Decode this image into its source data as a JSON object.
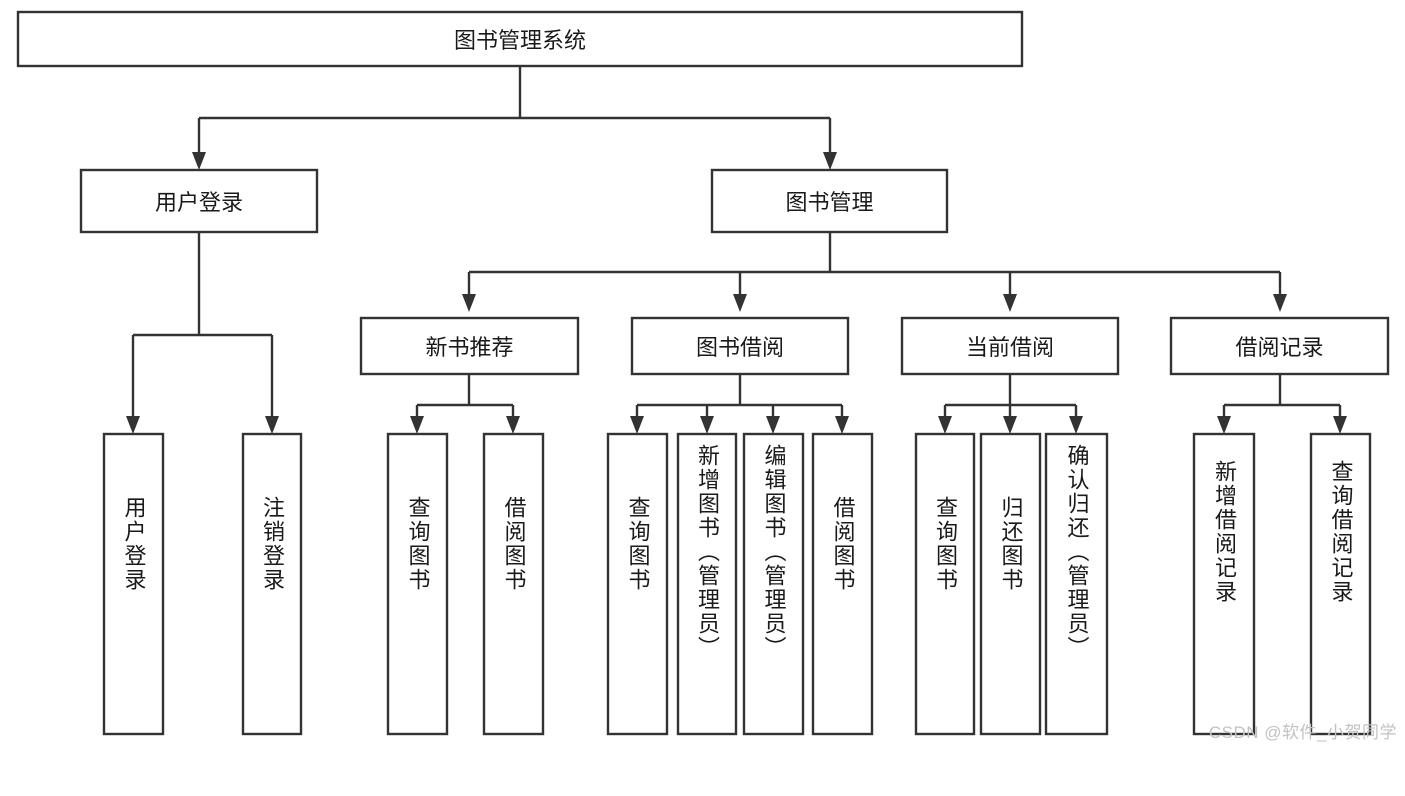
{
  "diagram": {
    "type": "hierarchy-tree",
    "title": "图书管理系统",
    "watermark": "CSDN @软件_小贺同学",
    "colors": {
      "stroke": "#333333",
      "box_fill": "#ffffff",
      "text": "#1a1a1a",
      "watermark": "#c2c2c2",
      "background": "#ffffff"
    },
    "levels": {
      "level1": [
        {
          "id": "root",
          "label": "图书管理系统",
          "orientation": "horizontal"
        }
      ],
      "level2": [
        {
          "id": "user-login",
          "label": "用户登录",
          "orientation": "horizontal",
          "parent": "root"
        },
        {
          "id": "book-management",
          "label": "图书管理",
          "orientation": "horizontal",
          "parent": "root"
        }
      ],
      "level3": [
        {
          "id": "new-book-recommend",
          "label": "新书推荐",
          "orientation": "horizontal",
          "parent": "book-management"
        },
        {
          "id": "book-borrow",
          "label": "图书借阅",
          "orientation": "horizontal",
          "parent": "book-management"
        },
        {
          "id": "current-borrow",
          "label": "当前借阅",
          "orientation": "horizontal",
          "parent": "book-management"
        },
        {
          "id": "borrow-record",
          "label": "借阅记录",
          "orientation": "horizontal",
          "parent": "book-management"
        }
      ],
      "level4": [
        {
          "id": "leaf-user-login",
          "label": "用户登录",
          "orientation": "vertical",
          "parent": "user-login"
        },
        {
          "id": "leaf-logout",
          "label": "注销登录",
          "orientation": "vertical",
          "parent": "user-login"
        },
        {
          "id": "leaf-query-book-1",
          "label": "查询图书",
          "orientation": "vertical",
          "parent": "new-book-recommend"
        },
        {
          "id": "leaf-borrow-book-1",
          "label": "借阅图书",
          "orientation": "vertical",
          "parent": "new-book-recommend"
        },
        {
          "id": "leaf-query-book-2",
          "label": "查询图书",
          "orientation": "vertical",
          "parent": "book-borrow"
        },
        {
          "id": "leaf-add-book",
          "label": "新增图书（管理员）",
          "orientation": "vertical",
          "parent": "book-borrow"
        },
        {
          "id": "leaf-edit-book",
          "label": "编辑图书（管理员）",
          "orientation": "vertical",
          "parent": "book-borrow"
        },
        {
          "id": "leaf-borrow-book-2",
          "label": "借阅图书",
          "orientation": "vertical",
          "parent": "book-borrow"
        },
        {
          "id": "leaf-query-book-3",
          "label": "查询图书",
          "orientation": "vertical",
          "parent": "current-borrow"
        },
        {
          "id": "leaf-return-book",
          "label": "归还图书",
          "orientation": "vertical",
          "parent": "current-borrow"
        },
        {
          "id": "leaf-confirm-return",
          "label": "确认归还（管理员）",
          "orientation": "vertical",
          "parent": "current-borrow"
        },
        {
          "id": "leaf-add-record",
          "label": "新增借阅记录",
          "orientation": "vertical",
          "parent": "borrow-record"
        },
        {
          "id": "leaf-query-record",
          "label": "查询借阅记录",
          "orientation": "vertical",
          "parent": "borrow-record"
        }
      ]
    }
  }
}
